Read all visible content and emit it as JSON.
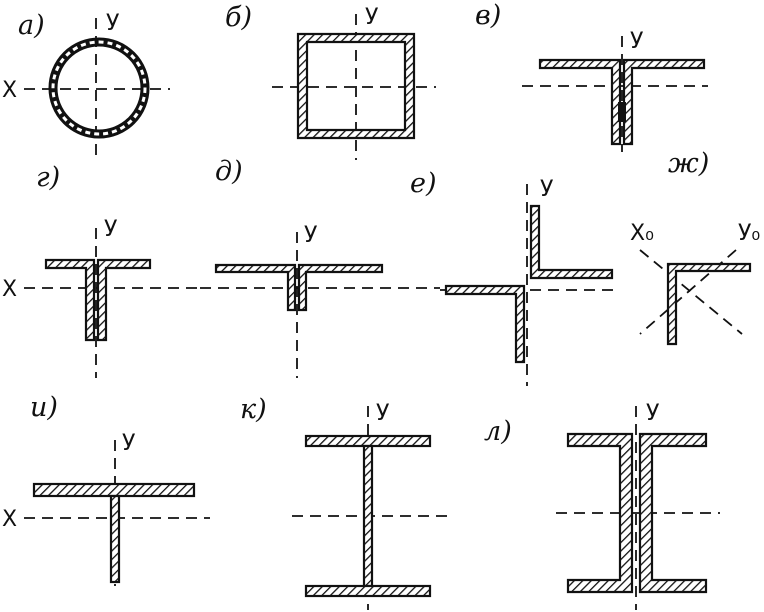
{
  "figures": [
    {
      "id": "a",
      "label": "а)",
      "axis_y": "У",
      "axis_x": "Х"
    },
    {
      "id": "b",
      "label": "б)",
      "axis_y": "У"
    },
    {
      "id": "v",
      "label": "в)",
      "axis_y": "У"
    },
    {
      "id": "g",
      "label": "г)",
      "axis_y": "У",
      "axis_x": "Х"
    },
    {
      "id": "d",
      "label": "д)",
      "axis_y": "У"
    },
    {
      "id": "e",
      "label": "е)",
      "axis_y": "У"
    },
    {
      "id": "zh",
      "label": "ж)",
      "axis_x0": "Х₀",
      "axis_y0": "У₀"
    },
    {
      "id": "i",
      "label": "и)",
      "axis_y": "У",
      "axis_x": "Х"
    },
    {
      "id": "k",
      "label": "к)",
      "axis_y": "У"
    },
    {
      "id": "l",
      "label": "л)",
      "axis_y": "У"
    }
  ]
}
